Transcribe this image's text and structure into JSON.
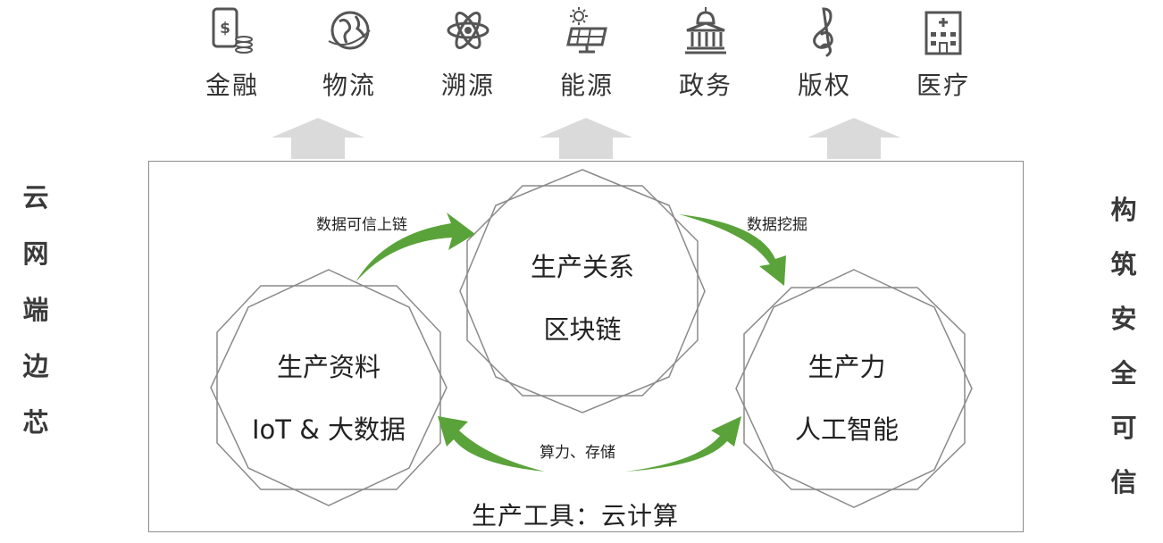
{
  "applications": [
    {
      "label": "金融",
      "icon": "finance-icon"
    },
    {
      "label": "物流",
      "icon": "globe-logistics-icon"
    },
    {
      "label": "溯源",
      "icon": "atom-icon"
    },
    {
      "label": "能源",
      "icon": "solar-panel-icon"
    },
    {
      "label": "政务",
      "icon": "government-building-icon"
    },
    {
      "label": "版权",
      "icon": "treble-clef-icon"
    },
    {
      "label": "医疗",
      "icon": "hospital-icon"
    }
  ],
  "left_vertical": [
    "云",
    "网",
    "端",
    "边",
    "芯"
  ],
  "right_vertical": [
    "构",
    "筑",
    "安",
    "全",
    "可",
    "信"
  ],
  "nodes": {
    "relations": {
      "line1": "生产关系",
      "line2": "区块链"
    },
    "materials": {
      "line1": "生产资料",
      "line2": "IoT & 大数据"
    },
    "productivity": {
      "line1": "生产力",
      "line2": "人工智能"
    }
  },
  "flows": {
    "upload": "数据可信上链",
    "mining": "数据挖掘",
    "compute": "算力、存储"
  },
  "bottom_title": "生产工具：云计算",
  "colors": {
    "arrow_green": "#5aa33a",
    "up_arrow_gray": "#dadada",
    "octagon_stroke": "#8a8a8a",
    "icon_stroke": "#555555"
  }
}
